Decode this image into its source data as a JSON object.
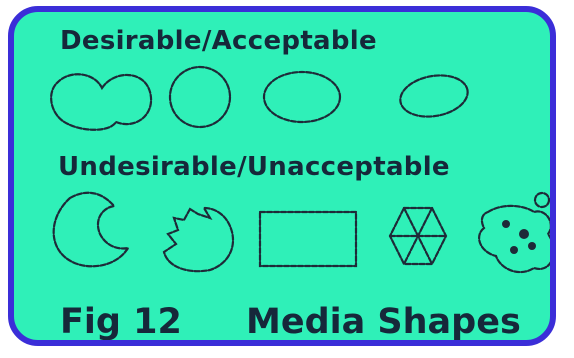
{
  "figure": {
    "acceptable_heading": "Desirable/Acceptable",
    "unacceptable_heading": "Undesirable/Unacceptable",
    "caption_number": "Fig 12",
    "caption_title": "Media Shapes",
    "acceptable_shapes": [
      "double-lobed peanut",
      "circle",
      "ellipse",
      "tilted ellipse"
    ],
    "unacceptable_shapes": [
      "crescent",
      "jagged bitten round",
      "rectangle",
      "hexagon with spokes",
      "irregular blob with spots"
    ],
    "colors": {
      "background": "#2ff0b8",
      "border": "#3b2ed8",
      "text": "#16283a",
      "outline": "#1e2a38"
    }
  }
}
